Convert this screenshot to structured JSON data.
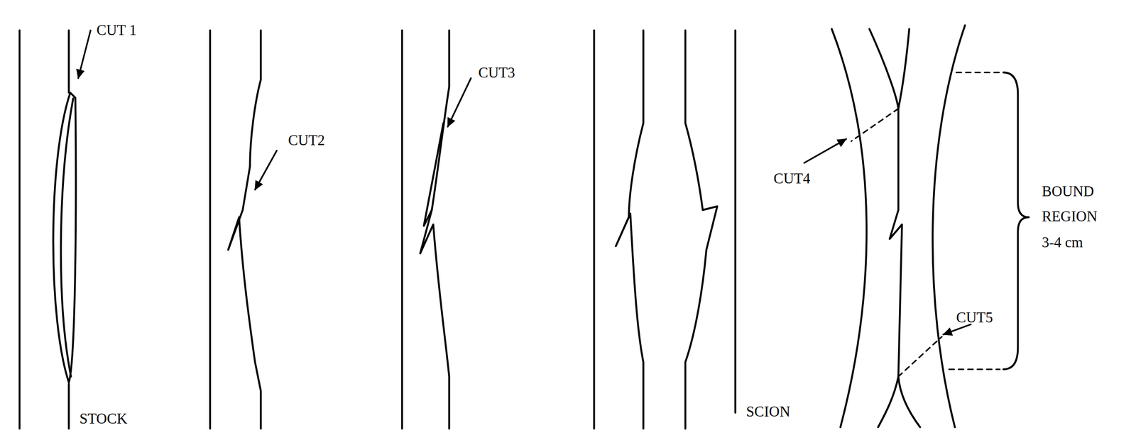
{
  "diagram": {
    "labels": [
      "CUT 1",
      "CUT2",
      "CUT3",
      "STOCK",
      "SCION",
      "CUT4",
      "CUT5",
      "BOUND REGION",
      "3-4 cm"
    ]
  }
}
